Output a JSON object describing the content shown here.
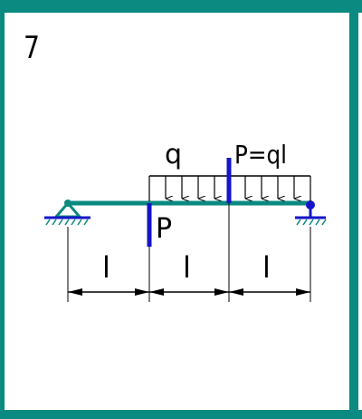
{
  "colors": {
    "frame": "#0a8a80",
    "beam": "#0a8a80",
    "force": "#1414c8",
    "line": "#000000",
    "background": "#ffffff"
  },
  "problem": {
    "number": "7"
  },
  "loads": {
    "distributed_label": "q",
    "upper_force_label": "P=ql",
    "lower_force_label": "P"
  },
  "dimensions": {
    "span1": "l",
    "span2": "l",
    "span3": "l"
  },
  "supports": {
    "left": "pin-support-icon",
    "right": "roller-support-icon"
  }
}
